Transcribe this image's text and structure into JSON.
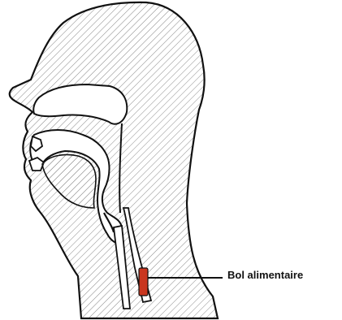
{
  "annotation": {
    "label": "Bol alimentaire"
  },
  "colors": {
    "outline": "#111111",
    "hatch": "#8a8a8a",
    "background": "#ffffff",
    "bolus": "#c9361f"
  },
  "parts": [
    "head-outline",
    "nasal-cavity",
    "oral-cavity",
    "tongue",
    "pharynx",
    "epiglottis",
    "trachea",
    "esophagus",
    "bolus"
  ]
}
